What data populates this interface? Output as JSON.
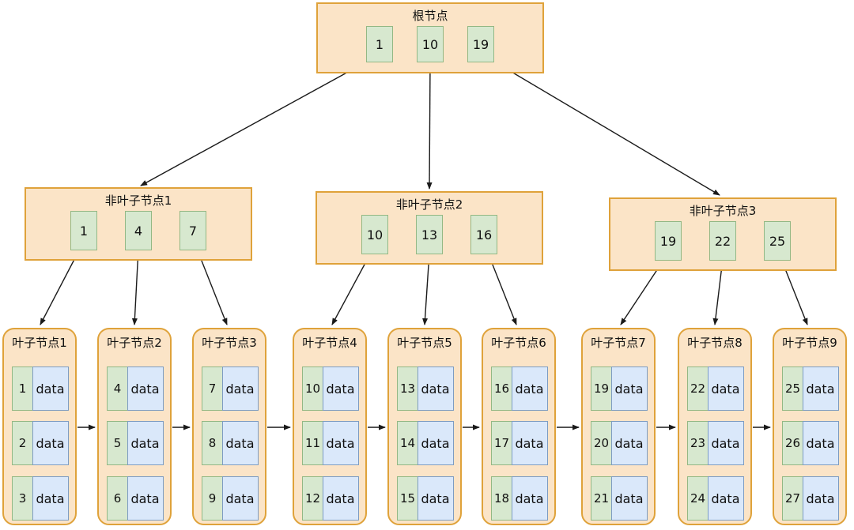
{
  "diagram_type": "b-plus-tree",
  "colors": {
    "node_fill": "#fbe4c7",
    "node_border": "#dfa23a",
    "key_fill": "#d7e8cf",
    "key_border": "#93b884",
    "data_fill": "#dae8fa",
    "data_border": "#7d9cc2",
    "edge_color": "#1a1a1a"
  },
  "root": {
    "title": "根节点",
    "keys": [
      "1",
      "10",
      "19"
    ]
  },
  "internal_nodes": [
    {
      "title": "非叶子节点1",
      "keys": [
        "1",
        "4",
        "7"
      ]
    },
    {
      "title": "非叶子节点2",
      "keys": [
        "10",
        "13",
        "16"
      ]
    },
    {
      "title": "非叶子节点3",
      "keys": [
        "19",
        "22",
        "25"
      ]
    }
  ],
  "leaf_nodes": [
    {
      "title": "叶子节点1",
      "rows": [
        {
          "key": "1",
          "value": "data"
        },
        {
          "key": "2",
          "value": "data"
        },
        {
          "key": "3",
          "value": "data"
        }
      ]
    },
    {
      "title": "叶子节点2",
      "rows": [
        {
          "key": "4",
          "value": "data"
        },
        {
          "key": "5",
          "value": "data"
        },
        {
          "key": "6",
          "value": "data"
        }
      ]
    },
    {
      "title": "叶子节点3",
      "rows": [
        {
          "key": "7",
          "value": "data"
        },
        {
          "key": "8",
          "value": "data"
        },
        {
          "key": "9",
          "value": "data"
        }
      ]
    },
    {
      "title": "叶子节点4",
      "rows": [
        {
          "key": "10",
          "value": "data"
        },
        {
          "key": "11",
          "value": "data"
        },
        {
          "key": "12",
          "value": "data"
        }
      ]
    },
    {
      "title": "叶子节点5",
      "rows": [
        {
          "key": "13",
          "value": "data"
        },
        {
          "key": "14",
          "value": "data"
        },
        {
          "key": "15",
          "value": "data"
        }
      ]
    },
    {
      "title": "叶子节点6",
      "rows": [
        {
          "key": "16",
          "value": "data"
        },
        {
          "key": "17",
          "value": "data"
        },
        {
          "key": "18",
          "value": "data"
        }
      ]
    },
    {
      "title": "叶子节点7",
      "rows": [
        {
          "key": "19",
          "value": "data"
        },
        {
          "key": "20",
          "value": "data"
        },
        {
          "key": "21",
          "value": "data"
        }
      ]
    },
    {
      "title": "叶子节点8",
      "rows": [
        {
          "key": "22",
          "value": "data"
        },
        {
          "key": "23",
          "value": "data"
        },
        {
          "key": "24",
          "value": "data"
        }
      ]
    },
    {
      "title": "叶子节点9",
      "rows": [
        {
          "key": "25",
          "value": "data"
        },
        {
          "key": "26",
          "value": "data"
        },
        {
          "key": "27",
          "value": "data"
        }
      ]
    }
  ]
}
